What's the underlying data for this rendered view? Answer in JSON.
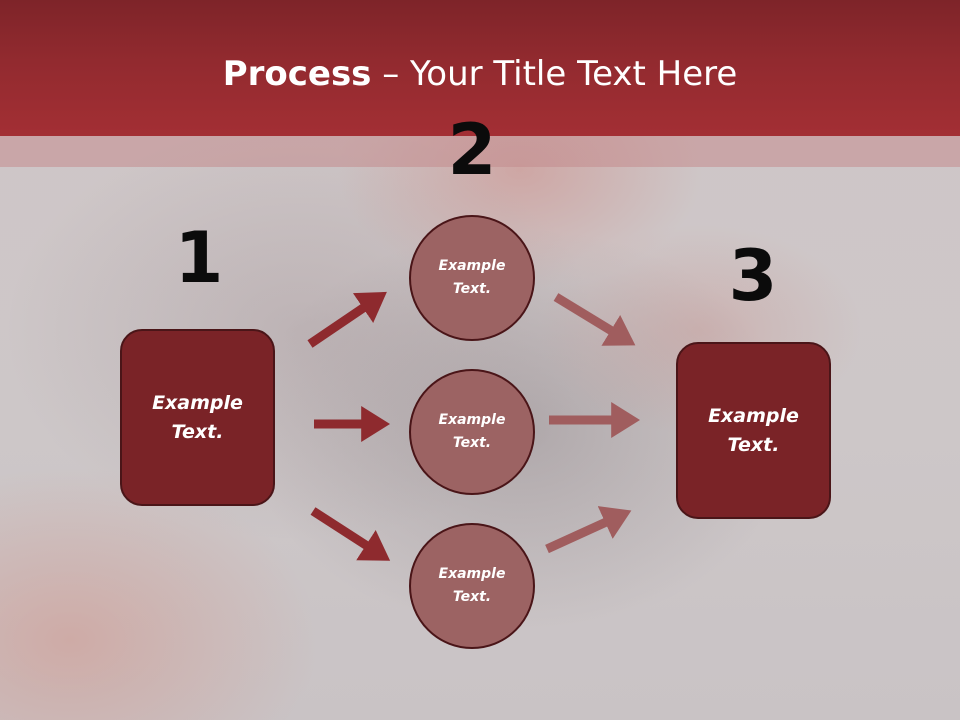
{
  "title": {
    "bold": "Process",
    "rest": " – Your Title Text Here"
  },
  "steps": [
    "1",
    "2",
    "3"
  ],
  "left_box": "Example\nText.",
  "right_box": "Example\nText.",
  "circles": [
    "Example\nText.",
    "Example\nText.",
    "Example\nText."
  ],
  "colors": {
    "title_bar": "#9b2c31",
    "box_fill": "#7a2327",
    "circle_fill": "#9c6363",
    "arrow_dark": "#8e2a2e",
    "arrow_light": "#a05d5e"
  }
}
